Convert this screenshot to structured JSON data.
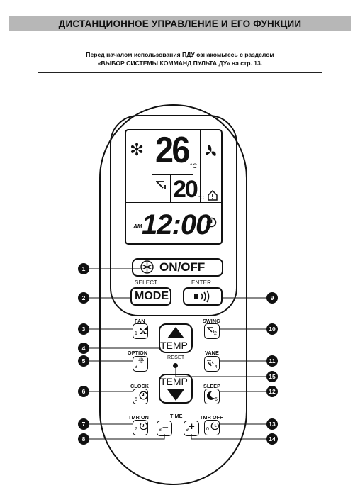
{
  "header": {
    "title": "ДИСТАНЦИОННОЕ УПРАВЛЕНИЕ И ЕГО ФУНКЦИИ",
    "notice_line1": "Перед началом использования ПДУ ознакомьтесь с разделом",
    "notice_line2": "«ВЫБОР СИСТЕМЫ КОММАНД ПУЛЬТА ДУ» на стр. 13."
  },
  "lcd": {
    "main_temp": "26",
    "main_unit": "°C",
    "room_temp": "20",
    "room_unit": "°C",
    "am": "AM",
    "time": "12:00"
  },
  "remote": {
    "onoff_label": "ON/OFF",
    "select_label": "SELECT",
    "enter_label": "ENTER",
    "mode_label": "MODE",
    "temp_label": "TEMP",
    "reset_label": "RESET",
    "fan_label": "FAN",
    "swing_label": "SWING",
    "option_label": "OPTION",
    "vane_label": "VANE",
    "clock_label": "CLOCK",
    "sleep_label": "SLEEP",
    "tmr_on_label": "TMR ON",
    "time_label": "TIME",
    "tmr_off_label": "TMR OFF",
    "fan_num": "1",
    "swing_num": "2",
    "option_num": "3",
    "vane_num": "4",
    "clock_num": "5",
    "sleep_num": "6",
    "tmr_on_num": "7",
    "minus_num": "8",
    "plus_num": "9",
    "tmr_off_num": "0"
  },
  "callouts": [
    "1",
    "2",
    "3",
    "4",
    "5",
    "6",
    "7",
    "8",
    "9",
    "10",
    "11",
    "12",
    "13",
    "14",
    "15"
  ]
}
